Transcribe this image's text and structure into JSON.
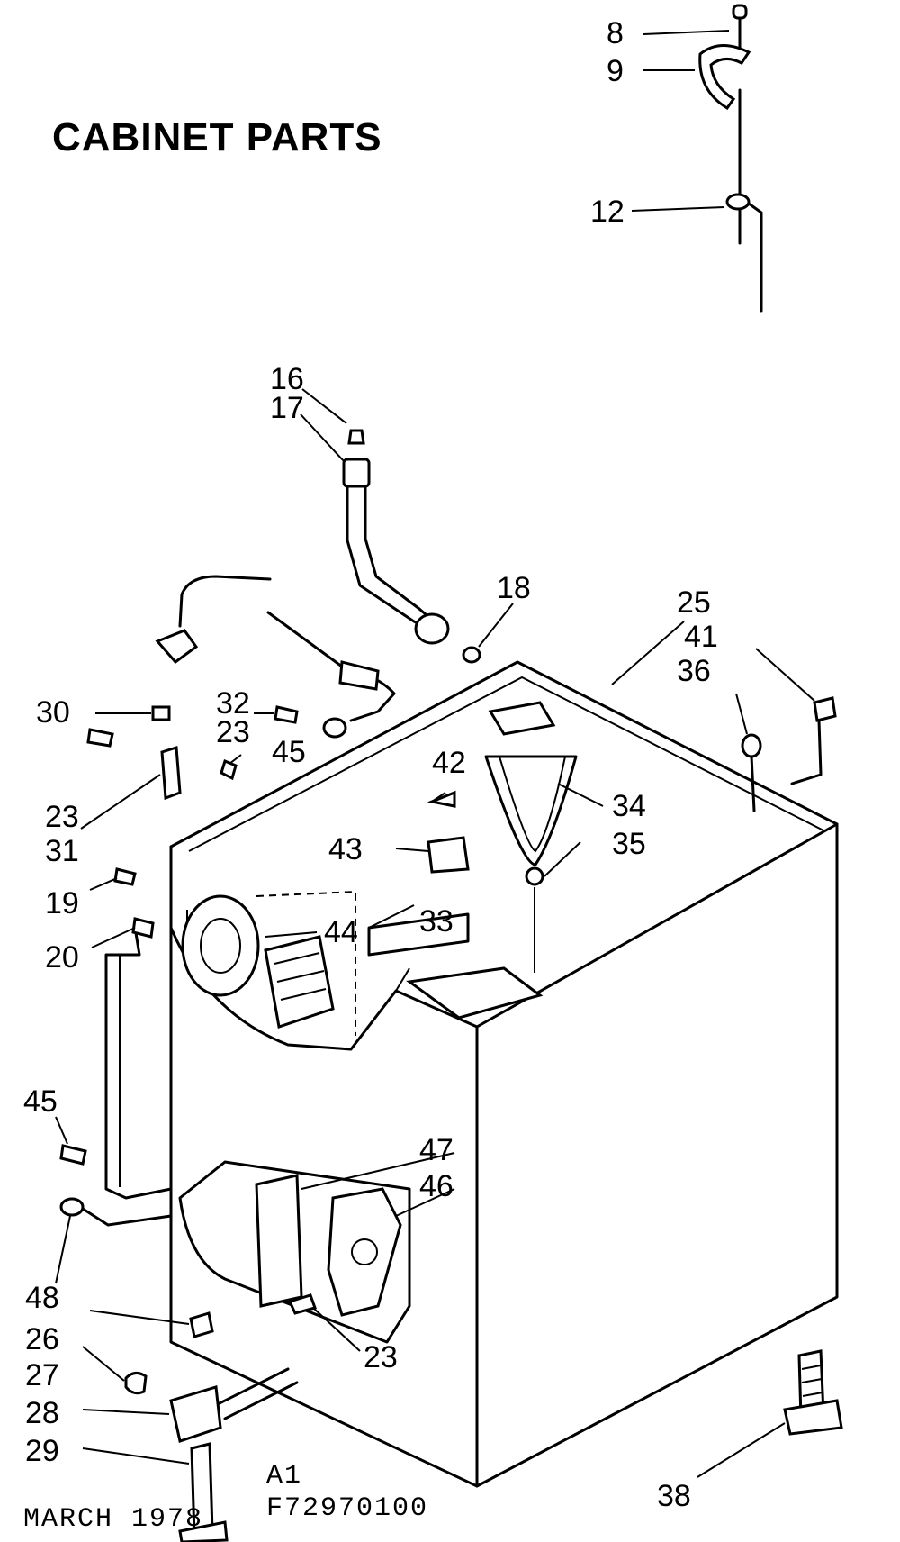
{
  "title": "CABINET PARTS",
  "footer": {
    "date": "MARCH 1978",
    "rev": "A1",
    "model": "F72970100"
  },
  "callouts": [
    {
      "id": "c8",
      "text": "8"
    },
    {
      "id": "c9",
      "text": "9"
    },
    {
      "id": "c12",
      "text": "12"
    },
    {
      "id": "c16",
      "text": "16"
    },
    {
      "id": "c17",
      "text": "17"
    },
    {
      "id": "c18",
      "text": "18"
    },
    {
      "id": "c25",
      "text": "25"
    },
    {
      "id": "c41",
      "text": "41"
    },
    {
      "id": "c36",
      "text": "36"
    },
    {
      "id": "c30",
      "text": "30"
    },
    {
      "id": "c32",
      "text": "32"
    },
    {
      "id": "c23a",
      "text": "23"
    },
    {
      "id": "c45a",
      "text": "45"
    },
    {
      "id": "c42",
      "text": "42"
    },
    {
      "id": "c23b",
      "text": "23"
    },
    {
      "id": "c31",
      "text": "31"
    },
    {
      "id": "c34",
      "text": "34"
    },
    {
      "id": "c43",
      "text": "43"
    },
    {
      "id": "c35",
      "text": "35"
    },
    {
      "id": "c19",
      "text": "19"
    },
    {
      "id": "c44",
      "text": "44"
    },
    {
      "id": "c33",
      "text": "33"
    },
    {
      "id": "c20",
      "text": "20"
    },
    {
      "id": "c45b",
      "text": "45"
    },
    {
      "id": "c47",
      "text": "47"
    },
    {
      "id": "c46",
      "text": "46"
    },
    {
      "id": "c48",
      "text": "48"
    },
    {
      "id": "c26",
      "text": "26"
    },
    {
      "id": "c23c",
      "text": "23"
    },
    {
      "id": "c27",
      "text": "27"
    },
    {
      "id": "c28",
      "text": "28"
    },
    {
      "id": "c29",
      "text": "29"
    },
    {
      "id": "c38",
      "text": "38"
    }
  ]
}
